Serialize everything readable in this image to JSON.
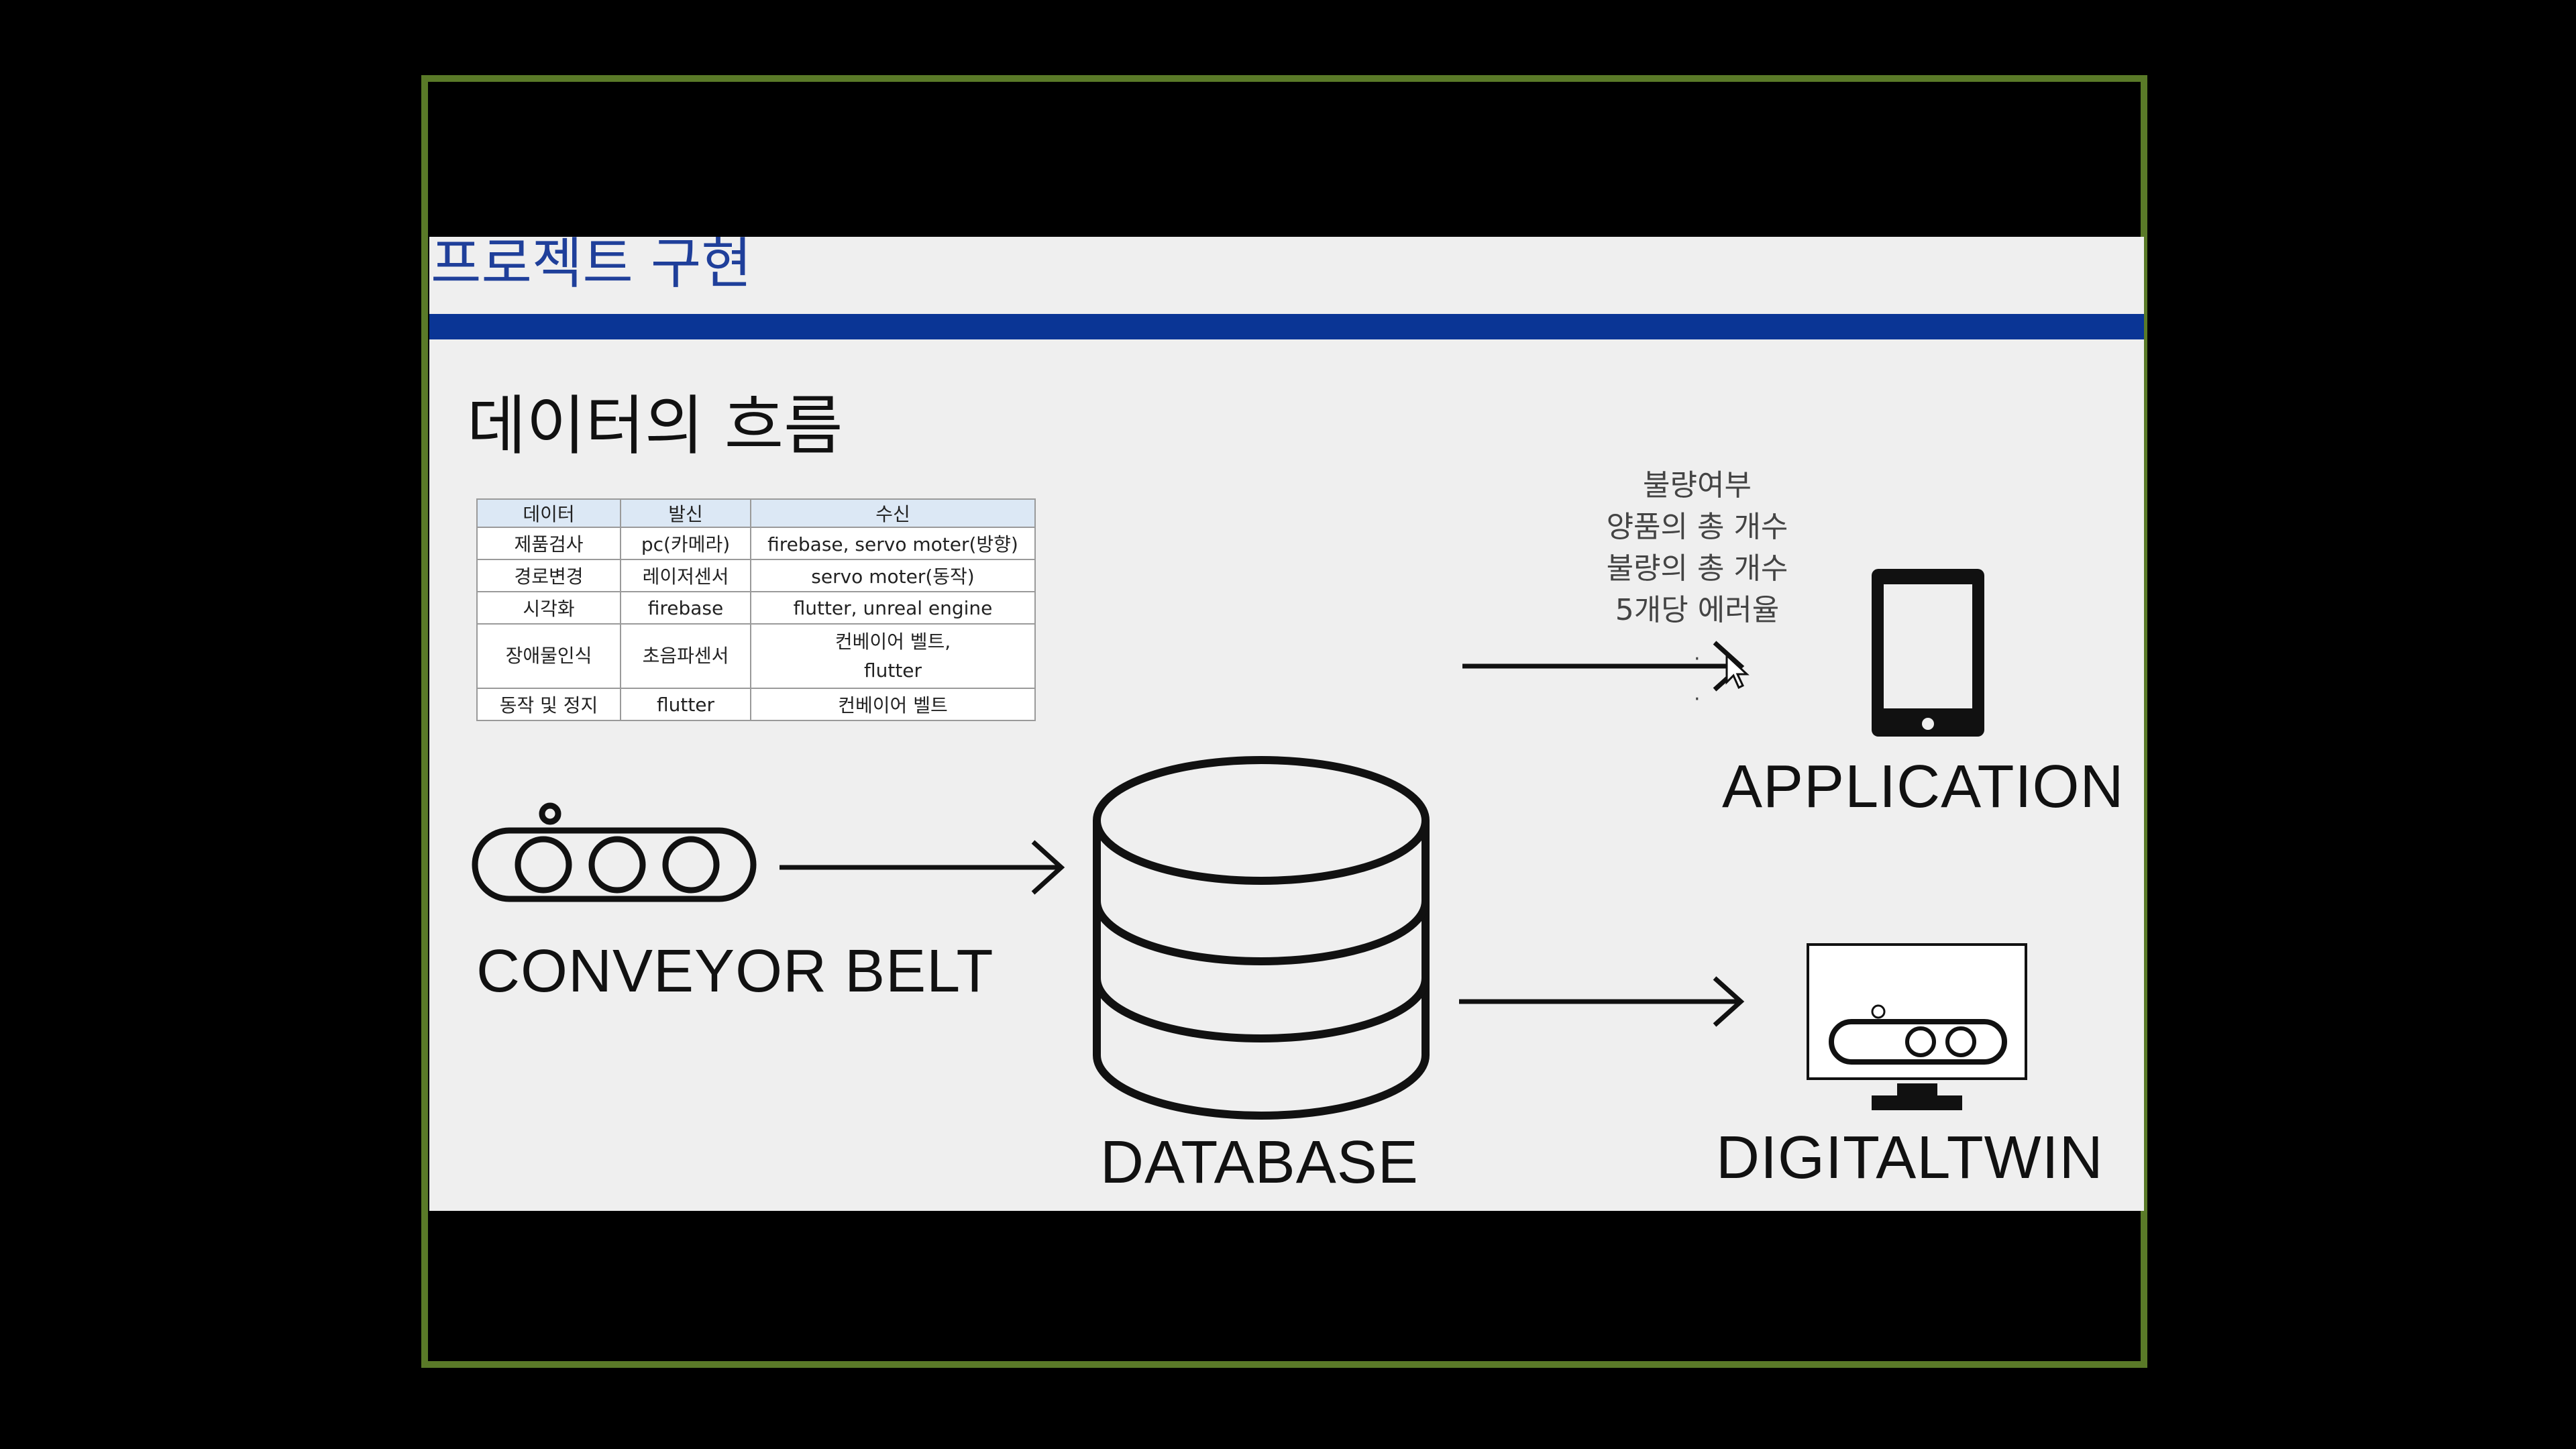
{
  "slide": {
    "title": "프로젝트 구현",
    "subtitle": "데이터의 흐름"
  },
  "table": {
    "headers": [
      "데이터",
      "발신",
      "수신"
    ],
    "rows": [
      [
        "제품검사",
        "pc(카메라)",
        "firebase, servo moter(방향)"
      ],
      [
        "경로변경",
        "레이저센서",
        "servo moter(동작)"
      ],
      [
        "시각화",
        "firebase",
        "flutter, unreal engine"
      ],
      [
        "장애물인식",
        "초음파센서",
        "컨베이어 벨트,\nflutter"
      ],
      [
        "동작 및 정지",
        "flutter",
        "컨베이어 벨트"
      ]
    ]
  },
  "data_items": [
    "불량여부",
    "양품의 총 개수",
    "불량의 총 개수",
    "5개당 에러율"
  ],
  "nodes": {
    "conveyor": "CONVEYOR BELT",
    "database": "DATABASE",
    "application": "APPLICATION",
    "digitaltwin": "DIGITALTWIN"
  },
  "colors": {
    "title": "#1f3f9a",
    "bar": "#0a3595",
    "frame": "#5a7a28"
  }
}
